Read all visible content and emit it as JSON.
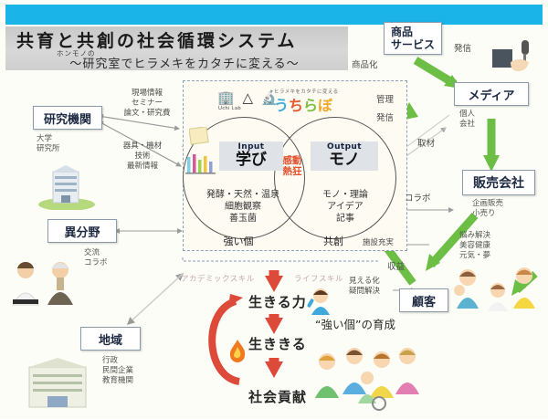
{
  "header": {
    "title": "共育と共創の社会循環システム",
    "ruby": "ホンモノの",
    "subtitle": "〜研究室でヒラメキをカタチに変える〜",
    "bar_color": "#1ab4e8"
  },
  "logo": {
    "mark_label": "Uchi Lab",
    "tagline": "ヒラメキをカタチに変える",
    "brand_chars": [
      "う",
      "ち",
      "ら",
      "ぼ"
    ]
  },
  "venn": {
    "input": {
      "en": "Input",
      "jp": "学び",
      "items": "発酵・天然・温泉\n細胞観察\n善玉菌",
      "footer": "強い個"
    },
    "output": {
      "en": "Output",
      "jp": "モノ",
      "items": "モノ・理論\nアイデア\n記事",
      "footer": "共創"
    },
    "center": "感動\n熱狂"
  },
  "nodes": [
    {
      "id": "research",
      "label": "研究機関",
      "sub": "大学\n研究所"
    },
    {
      "id": "field",
      "label": "異分野",
      "sub": "交流\nコラボ"
    },
    {
      "id": "region",
      "label": "地域",
      "sub": "行政\n民間企業\n教育機関"
    },
    {
      "id": "product",
      "label": "商品\nサービス",
      "sub": ""
    },
    {
      "id": "media",
      "label": "メディア",
      "sub": "個人\n会社"
    },
    {
      "id": "sales",
      "label": "販売会社",
      "sub": "企画販売\n小売り"
    },
    {
      "id": "customer",
      "label": "顧客",
      "sub": "悩み解決\n美容健康\n元気・夢"
    }
  ],
  "edges": [
    {
      "id": "e-seminar",
      "label": "現場情報\nセミナー\n論文・研究費"
    },
    {
      "id": "e-equipment",
      "label": "器具・機材\n技術\n最新情報"
    },
    {
      "id": "e-commercialize",
      "label": "商品化"
    },
    {
      "id": "e-manage",
      "label": "管理"
    },
    {
      "id": "e-broadcast-left",
      "label": "発信"
    },
    {
      "id": "e-broadcast-top",
      "label": "発信"
    },
    {
      "id": "e-coverage",
      "label": "取材"
    },
    {
      "id": "e-collab",
      "label": "コラボ"
    },
    {
      "id": "e-facility",
      "label": "施設充実"
    },
    {
      "id": "e-revenue",
      "label": "収益"
    },
    {
      "id": "e-visualize",
      "label": "見える化\n疑問解決"
    }
  ],
  "flow": {
    "skill_left": "アカデミックスキル",
    "skill_right": "ライフスキル",
    "steps": [
      "生きる力",
      "生ききる",
      "社会貢献"
    ],
    "ikusei": "“強い個”の育成"
  },
  "colors": {
    "green_arrow": "#6cbe45",
    "red_arrow": "#dd4a3a",
    "gray_arrow": "#b9b9b9",
    "accent_orange": "#e0502d",
    "node_border": "#8a9bb0"
  }
}
